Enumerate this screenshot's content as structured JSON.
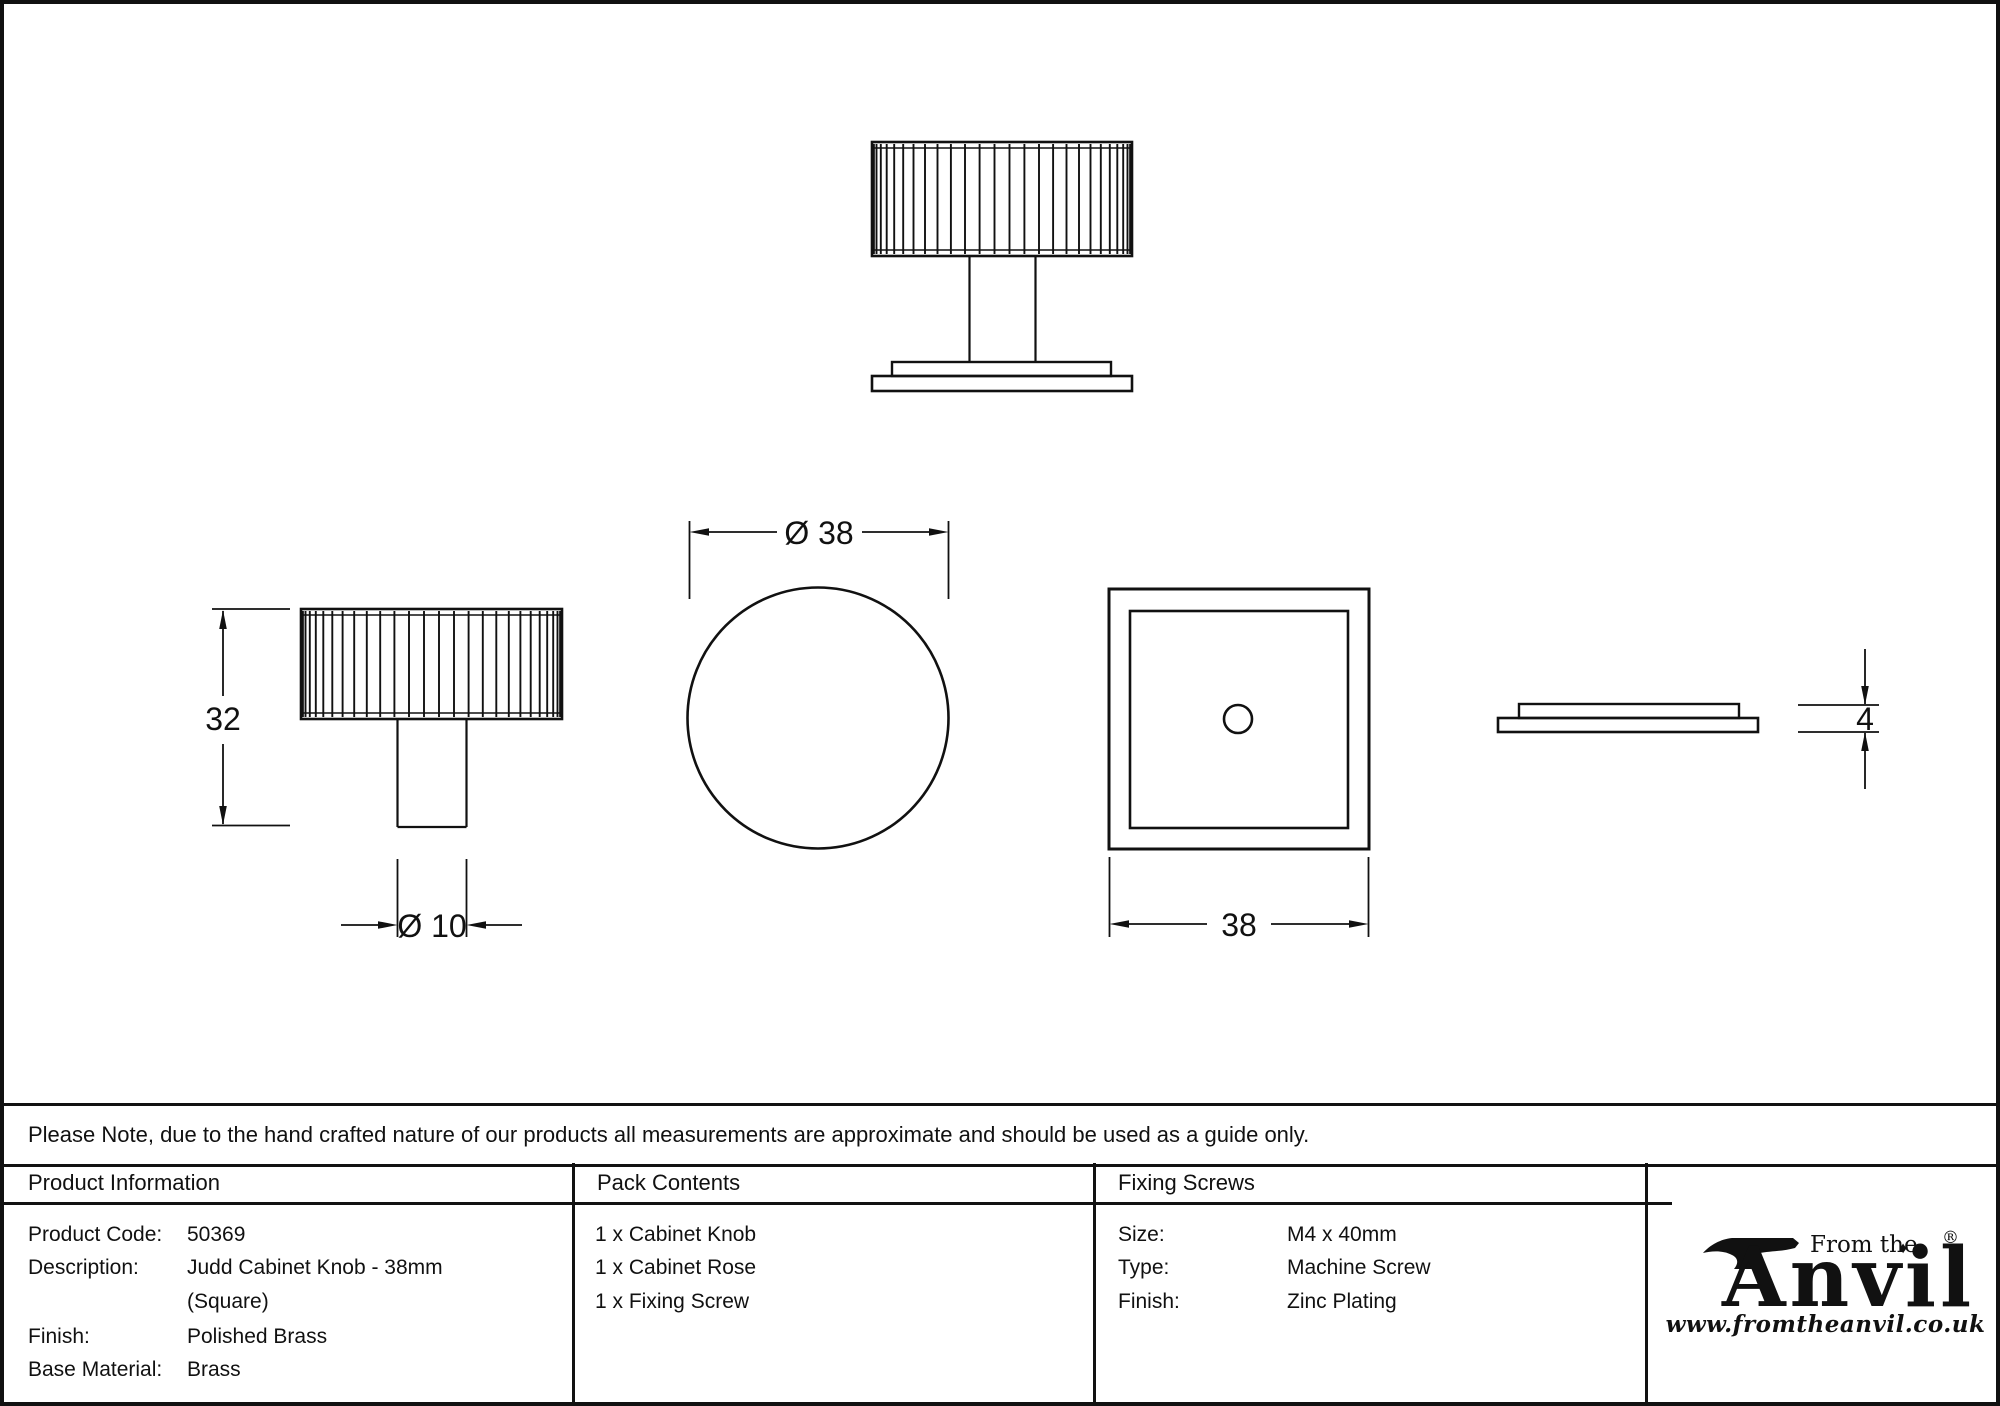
{
  "note": "Please Note, due to the hand crafted nature of our products all measurements are approximate and should be used as a guide only.",
  "drawing": {
    "dim_height": "32",
    "dim_stem_diameter": "Ø 10",
    "dim_knob_diameter": "Ø 38",
    "dim_square_width": "38",
    "dim_rose_thickness": "4"
  },
  "product_information": {
    "header": "Product Information",
    "product_code_label": "Product Code:",
    "product_code": "50369",
    "description_label": "Description:",
    "description_line1": "Judd Cabinet Knob - 38mm",
    "description_line2": "(Square)",
    "finish_label": "Finish:",
    "finish": "Polished Brass",
    "base_material_label": "Base Material:",
    "base_material": "Brass"
  },
  "pack_contents": {
    "header": "Pack Contents",
    "items": [
      "1 x Cabinet Knob",
      "1 x Cabinet Rose",
      "1 x Fixing Screw"
    ]
  },
  "fixing_screws": {
    "header": "Fixing Screws",
    "size_label": "Size:",
    "size": "M4 x 40mm",
    "type_label": "Type:",
    "type": "Machine Screw",
    "finish_label": "Finish:",
    "finish": "Zinc Plating"
  },
  "logo": {
    "tagline": "From the",
    "diamond": "♦",
    "name": "Anvil",
    "registered": "®",
    "website": "www.fromtheanvil.co.uk"
  },
  "colors": {
    "ink": "#111111",
    "background": "#ffffff"
  }
}
